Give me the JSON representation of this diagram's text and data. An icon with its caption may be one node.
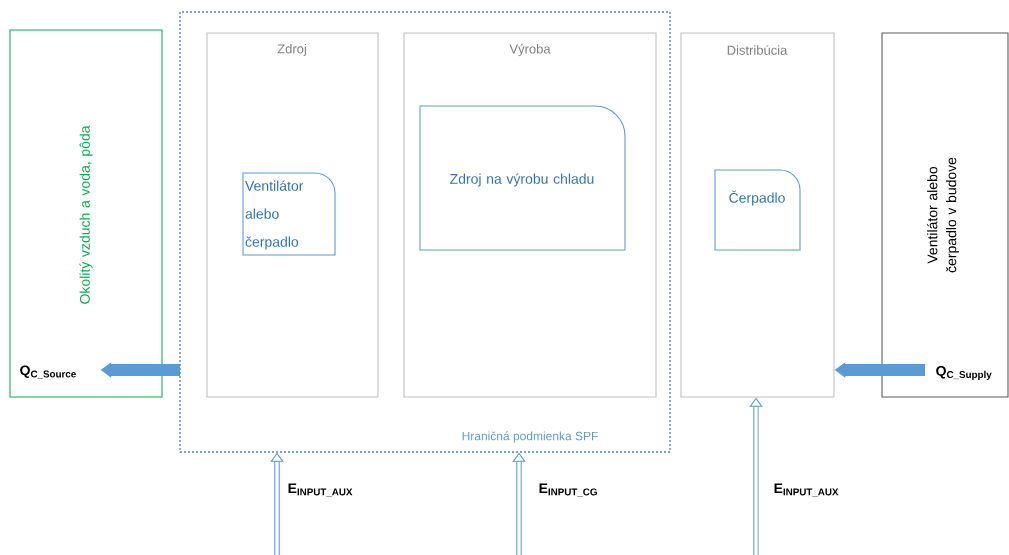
{
  "diagram": {
    "nodes": [
      {
        "text": [
          "Okolitý vzduch a voda, pôda"
        ]
      },
      {
        "text": [
          "Hraničná podmienka SPF"
        ]
      },
      {
        "text": [
          "Zdroj"
        ],
        "in": 1
      },
      {
        "text": [
          "Ventilátor alebo čerpadlo"
        ],
        "in": 2
      },
      {
        "text": [
          "Výroba"
        ],
        "in": 1
      },
      {
        "text": [
          "Zdroj na výrobu chladu"
        ],
        "in": 4
      },
      {
        "text": [
          "Distribúcia"
        ]
      },
      {
        "text": [
          "Čerpadlo"
        ],
        "in": 6
      },
      {
        "text": [
          "Ventilátor alebo čerpadlo v budove"
        ]
      }
    ],
    "edges": [
      {
        "from": 1,
        "to": 0,
        "arrow": "to",
        "label": "Q$_{C_Source}$",
        "style": "thick"
      },
      {
        "from": 8,
        "to": 6,
        "arrow": "to",
        "label": "Q$_{C_Supply}$",
        "style": "thick"
      },
      {
        "from": null,
        "to": 1,
        "arrow": "to",
        "label": "E$_{INPUT_AUX}$"
      },
      {
        "from": null,
        "to": 1,
        "arrow": "to",
        "label": "E$_{INPUT_CG}$"
      },
      {
        "from": null,
        "to": 6,
        "arrow": "to",
        "label": "E$_{INPUT_AUX}$"
      }
    ]
  }
}
